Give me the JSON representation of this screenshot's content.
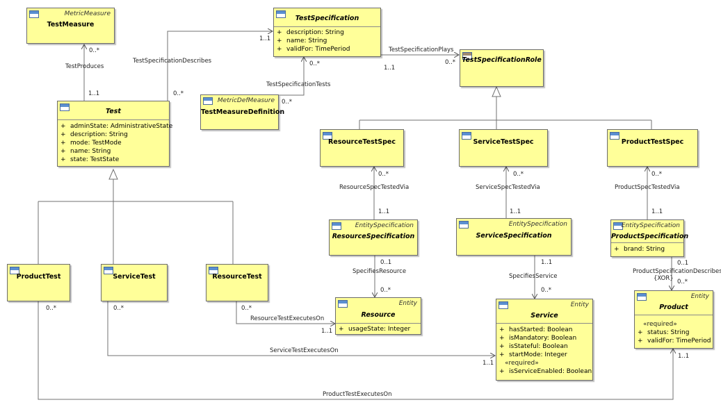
{
  "classes": {
    "test_measure": {
      "stereotype": "MetricMeasure",
      "name": "TestMeasure"
    },
    "test_specification": {
      "name": "TestSpecification",
      "attributes": [
        {
          "vis": "+",
          "text": "description: String"
        },
        {
          "vis": "+",
          "text": "name: String"
        },
        {
          "vis": "+",
          "text": "validFor: TimePeriod"
        }
      ]
    },
    "test_specification_role": {
      "name": "TestSpecificationRole"
    },
    "test_measure_definition": {
      "stereotype": "MetricDefMeasure",
      "name": "TestMeasureDefinition"
    },
    "test": {
      "name": "Test",
      "attributes": [
        {
          "vis": "+",
          "text": "adminState: AdministrativeState"
        },
        {
          "vis": "+",
          "text": "description: String"
        },
        {
          "vis": "+",
          "text": "mode: TestMode"
        },
        {
          "vis": "+",
          "text": "name: String"
        },
        {
          "vis": "+",
          "text": "state: TestState"
        }
      ]
    },
    "resource_test_spec": {
      "name": "ResourceTestSpec"
    },
    "service_test_spec": {
      "name": "ServiceTestSpec"
    },
    "product_test_spec": {
      "name": "ProductTestSpec"
    },
    "resource_specification": {
      "stereotype": "EntitySpecification",
      "name": "ResourceSpecification"
    },
    "service_specification": {
      "stereotype": "EntitySpecification",
      "name": "ServiceSpecification"
    },
    "product_specification": {
      "stereotype": "EntitySpecification",
      "name": "ProductSpecification",
      "attributes": [
        {
          "vis": "+",
          "text": "brand: String"
        }
      ]
    },
    "product_test": {
      "name": "ProductTest"
    },
    "service_test": {
      "name": "ServiceTest"
    },
    "resource_test": {
      "name": "ResourceTest"
    },
    "resource": {
      "stereotype": "Entity",
      "name": "Resource",
      "attributes": [
        {
          "vis": "+",
          "text": "usageState: Integer"
        }
      ]
    },
    "service": {
      "stereotype": "Entity",
      "name": "Service",
      "attributes": [
        {
          "vis": "+",
          "text": "hasStarted: Boolean"
        },
        {
          "vis": "+",
          "text": "isMandatory: Boolean"
        },
        {
          "vis": "+",
          "text": "isStateful: Boolean"
        },
        {
          "vis": "+",
          "text": "startMode: Integer"
        }
      ],
      "required_label": "«required»",
      "required_attributes": [
        {
          "vis": "+",
          "text": "isServiceEnabled: Boolean"
        }
      ]
    },
    "product": {
      "stereotype": "Entity",
      "name": "Product",
      "required_label": "«required»",
      "required_attributes": [
        {
          "vis": "+",
          "text": "status: String"
        },
        {
          "vis": "+",
          "text": "validFor: TimePeriod"
        }
      ]
    }
  },
  "associations": {
    "test_produces": {
      "name": "TestProduces",
      "src_mult": "1..1",
      "dst_mult": "0..*"
    },
    "test_specification_describes": {
      "name": "TestSpecificationDescribes",
      "src_mult": "1..1",
      "dst_mult": "0..*"
    },
    "test_specification_plays": {
      "name": "TestSpecificationPlays",
      "src_mult": "1..1",
      "dst_mult": "0..*"
    },
    "test_specification_tests": {
      "name": "TestSpecificationTests",
      "src_mult": "0..*",
      "dst_mult": "0..*"
    },
    "resource_spec_tested_via": {
      "name": "ResourceSpecTestedVia",
      "src_mult": "0..*",
      "dst_mult": "1..1"
    },
    "service_spec_tested_via": {
      "name": "ServiceSpecTestedVia",
      "src_mult": "0..*",
      "dst_mult": "1..1"
    },
    "product_spec_tested_via": {
      "name": "ProductSpecTestedVia",
      "src_mult": "0..*",
      "dst_mult": "1..1"
    },
    "specifies_resource": {
      "name": "SpecifiesResource",
      "src_mult": "0..1",
      "dst_mult": "0..*"
    },
    "specifies_service": {
      "name": "SpecifiesService",
      "src_mult": "1..1",
      "dst_mult": "0..*"
    },
    "product_specification_describes": {
      "name": "ProductSpecificationDescribes",
      "constraint": "{XOR}",
      "src_mult": "0..1",
      "dst_mult": "0..*"
    },
    "resource_test_executes_on": {
      "name": "ResourceTestExecutesOn",
      "src_mult": "0..*",
      "dst_mult": "1..1"
    },
    "service_test_executes_on": {
      "name": "ServiceTestExecutesOn",
      "src_mult": "0..*",
      "dst_mult": "1..1"
    },
    "product_test_executes_on": {
      "name": "ProductTestExecutesOn",
      "src_mult": "0..*",
      "dst_mult": "1..1"
    }
  },
  "colors": {
    "class_fill": "#ffff99",
    "class_border": "#6b6b6b",
    "line": "#707070",
    "icon_header": "#5b8fd0"
  }
}
